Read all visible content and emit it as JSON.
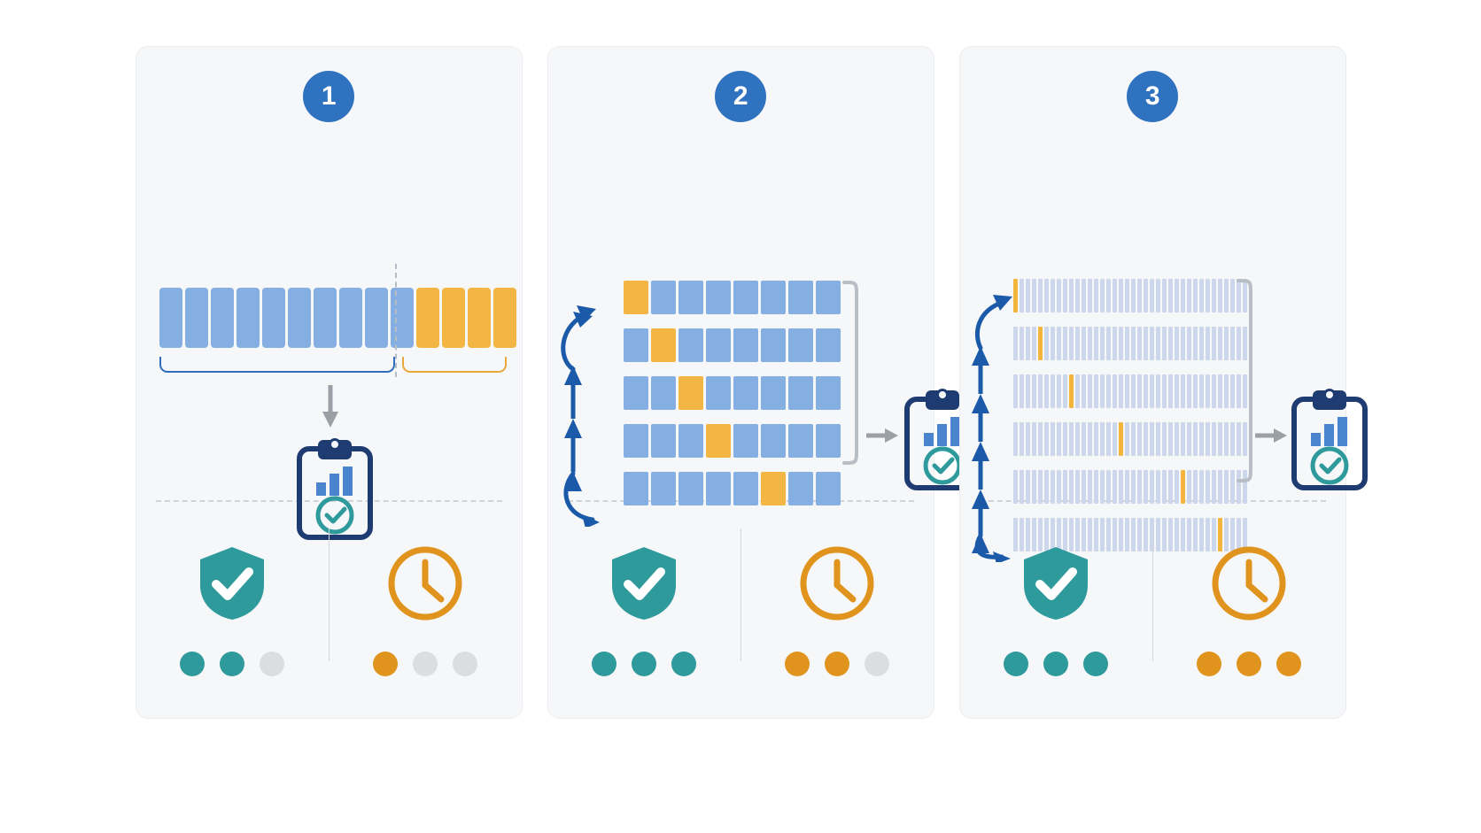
{
  "meta": {
    "title": "Cross-Validation Strategies Comparison",
    "type": "three-panel infographic"
  },
  "colors": {
    "accent_blue": "#2f72bf",
    "cell_blue": "#85aee2",
    "cell_blue_light": "#ccd7ec",
    "cell_orange": "#f3b644",
    "teal": "#2f9a9c",
    "orange": "#e0941d",
    "navy": "#1f3c72",
    "panel_bg": "#f6f7f9",
    "dot_off": "#dcdddf",
    "arrow_grey": "#9aa0a6"
  },
  "panels": [
    {
      "step_number": "1",
      "diagram": {
        "kind": "holdout-split",
        "strip": {
          "train_cells": 10,
          "test_cells": 4,
          "train_color": "#85aee2",
          "test_color": "#f3b644"
        },
        "divider": "dashed-vertical",
        "braces": [
          "train-brace",
          "test-brace"
        ],
        "flow_arrow": "down-arrow",
        "result": "clipboard-check-icon"
      },
      "metrics": {
        "reliability": {
          "icon": "shield-check-icon",
          "filled": 2,
          "total": 3,
          "color": "#2f9a9c"
        },
        "cost": {
          "icon": "clock-icon",
          "filled": 1,
          "total": 3,
          "color": "#e0941d"
        }
      }
    },
    {
      "step_number": "2",
      "diagram": {
        "kind": "k-fold",
        "rows": 5,
        "cells_per_row": 8,
        "held_out_index": [
          0,
          1,
          2,
          3,
          5
        ],
        "base_color": "#85aee2",
        "held_out_color": "#f3b644",
        "loop_arrows": "curved-loop-arrows",
        "bracket": "right-bracket",
        "flow_arrow": "right-arrow",
        "result": "clipboard-check-icon"
      },
      "metrics": {
        "reliability": {
          "icon": "shield-check-icon",
          "filled": 3,
          "total": 3,
          "color": "#2f9a9c"
        },
        "cost": {
          "icon": "clock-icon",
          "filled": 2,
          "total": 3,
          "color": "#e0941d"
        }
      }
    },
    {
      "step_number": "3",
      "diagram": {
        "kind": "leave-one-out",
        "rows": 6,
        "cells_per_row": 38,
        "held_out_index": [
          0,
          4,
          9,
          17,
          27,
          33
        ],
        "base_color": "#ccd7ec",
        "held_out_color": "#f5b53c",
        "loop_arrows": "curved-loop-arrows",
        "bracket": "right-bracket",
        "flow_arrow": "right-arrow",
        "result": "clipboard-check-icon"
      },
      "metrics": {
        "reliability": {
          "icon": "shield-check-icon",
          "filled": 3,
          "total": 3,
          "color": "#2f9a9c"
        },
        "cost": {
          "icon": "clock-icon",
          "filled": 3,
          "total": 3,
          "color": "#e0941d"
        }
      }
    }
  ]
}
